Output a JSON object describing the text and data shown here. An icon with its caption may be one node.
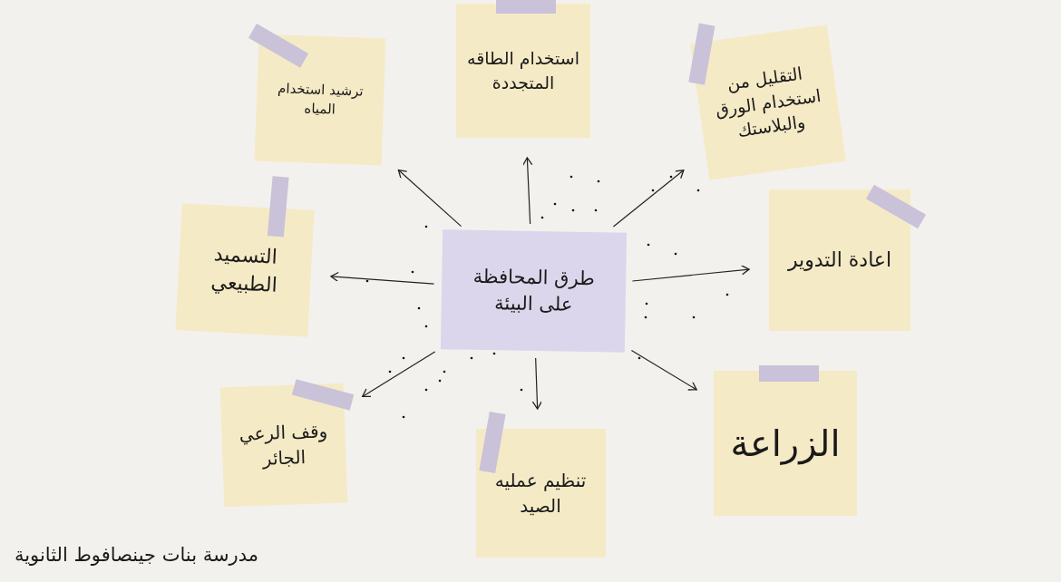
{
  "diagram": {
    "nodes": [
      {
        "text": [
          "طرق المحافظة على البيئة"
        ]
      },
      {
        "text": [
          "ترشيد استخدام المياه"
        ]
      },
      {
        "text": [
          "استخدام الطاقه المتجددة"
        ]
      },
      {
        "text": [
          "التقليل من استخدام الورق والبلاستك"
        ]
      },
      {
        "text": [
          "التسميد الطبيعي"
        ]
      },
      {
        "text": [
          "اعادة التدوير"
        ]
      },
      {
        "text": [
          "وقف الرعي الجائر"
        ]
      },
      {
        "text": [
          "تنظيم عمليه الصيد"
        ]
      },
      {
        "text": [
          "الزراعة"
        ]
      }
    ],
    "edges": [
      {
        "from": 0,
        "to": 1,
        "arrow": "to"
      },
      {
        "from": 0,
        "to": 2,
        "arrow": "to"
      },
      {
        "from": 0,
        "to": 3,
        "arrow": "to"
      },
      {
        "from": 0,
        "to": 4,
        "arrow": "to"
      },
      {
        "from": 0,
        "to": 5,
        "arrow": "to"
      },
      {
        "from": 0,
        "to": 6,
        "arrow": "to"
      },
      {
        "from": 0,
        "to": 7,
        "arrow": "to"
      },
      {
        "from": 0,
        "to": 8,
        "arrow": "to"
      }
    ],
    "labels": [
      "مدرسة بنات جينصافوط الثانوية"
    ]
  }
}
